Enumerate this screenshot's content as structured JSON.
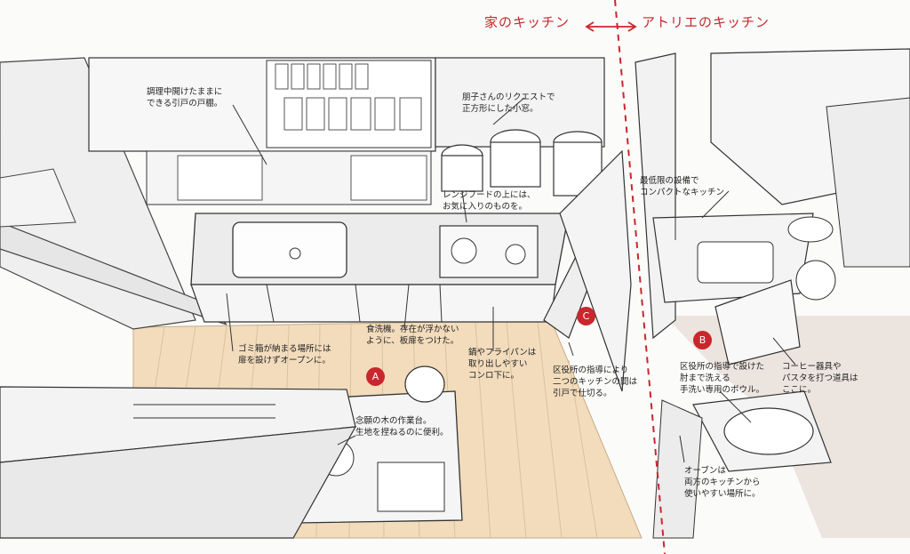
{
  "header": {
    "left": "家のキッチン",
    "right": "アトリエのキッチン"
  },
  "markers": {
    "a": "A",
    "b": "B",
    "c": "C"
  },
  "annotations": {
    "shelf_note": "調理中開けたままに\nできる引戸の戸棚。",
    "window_note": "朋子さんのリクエストで\n正方形にした小窓。",
    "hood_note": "レンジフードの上には、\nお気に入りのものを。",
    "minimal_note": "最低限の設備で\nコンパクトなキッチン",
    "trash_note": "ゴミ箱が納まる場所には\n扉を設けずオープンに。",
    "dishwasher_note": "食洗機。存在が浮かない\nように、板扉をつけた。",
    "pans_note": "鍋やフライパンは\n取り出しやすい\nコンロ下に。",
    "partition_note": "区役所の指導により\n二つのキッチンの間は\n引戸で仕切る。",
    "handwash_note": "区役所の指導で設けた\n肘まで洗える\n手洗い専用のボウル。",
    "coffee_note": "コーヒー器具や\nパスタを打つ道具は\nここに。",
    "worktable_note": "念願の木の作業台。\n生地を捏ねるのに便利。",
    "oven_note": "オーブンは\n両方のキッチンから\n使いやすい場所に。"
  },
  "colors": {
    "accent": "#c8272d",
    "floor_wood": "#f2dcbc",
    "floor_atelier": "#ece4de",
    "line": "#333333"
  }
}
